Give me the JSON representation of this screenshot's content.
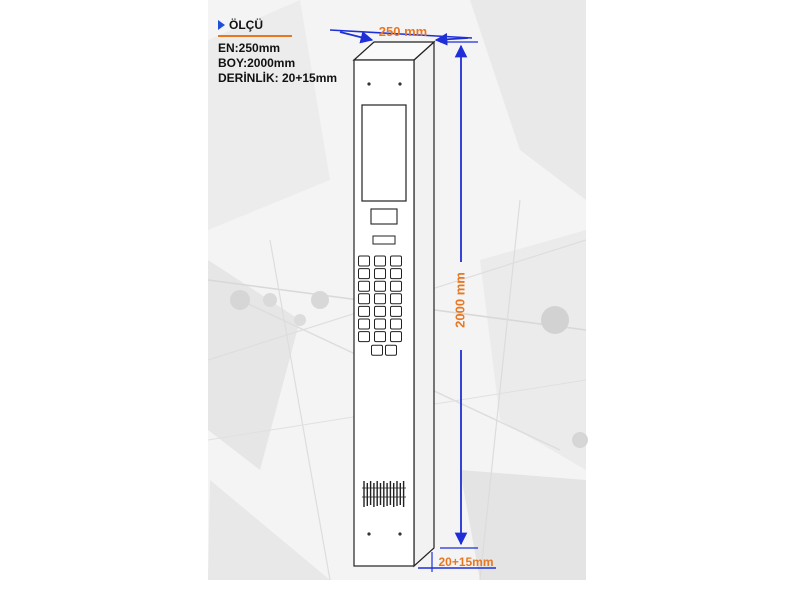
{
  "spec": {
    "header": "ÖLÇÜ",
    "width_line": "EN:250mm",
    "height_line": "BOY:2000mm",
    "depth_line": "DERİNLİK: 20+15mm"
  },
  "dimensions": {
    "width": "250 mm",
    "height": "2000 mm",
    "depth": "20+15mm"
  },
  "keypad": {
    "rows": 7,
    "cols": 3,
    "extra_bottom_buttons": 2
  },
  "colors": {
    "dimension_text": "#e87722",
    "dimension_line": "#1f2fd8",
    "accent_underline": "#e87722",
    "panel_stroke": "#222222",
    "panel_fill": "#ffffff",
    "side_fill": "#f2f2f2"
  }
}
